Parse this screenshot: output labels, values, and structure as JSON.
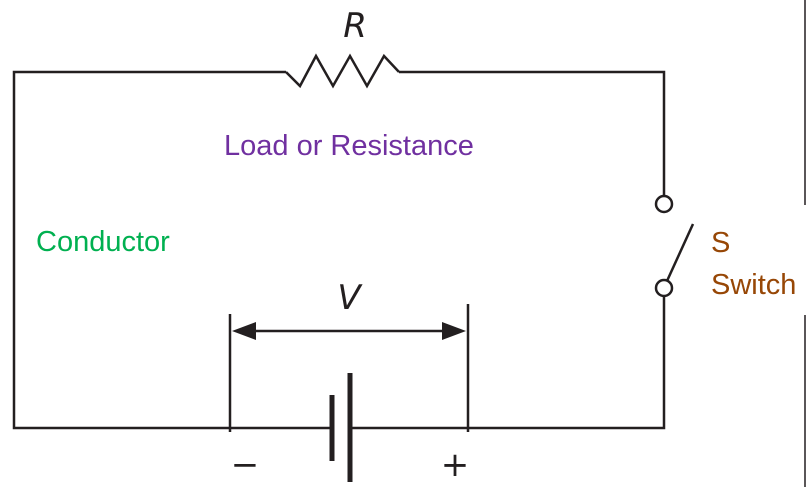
{
  "resistor": {
    "symbol": "R",
    "label": "Load or Resistance"
  },
  "conductor": {
    "label": "Conductor"
  },
  "switch": {
    "symbol": "S",
    "label": "Switch"
  },
  "battery": {
    "symbol": "V",
    "negative_sign": "−",
    "positive_sign": "+"
  },
  "colors": {
    "wire": "#231f20",
    "load_label": "#7030a0",
    "conductor_label": "#00b050",
    "switch_label": "#974706"
  }
}
